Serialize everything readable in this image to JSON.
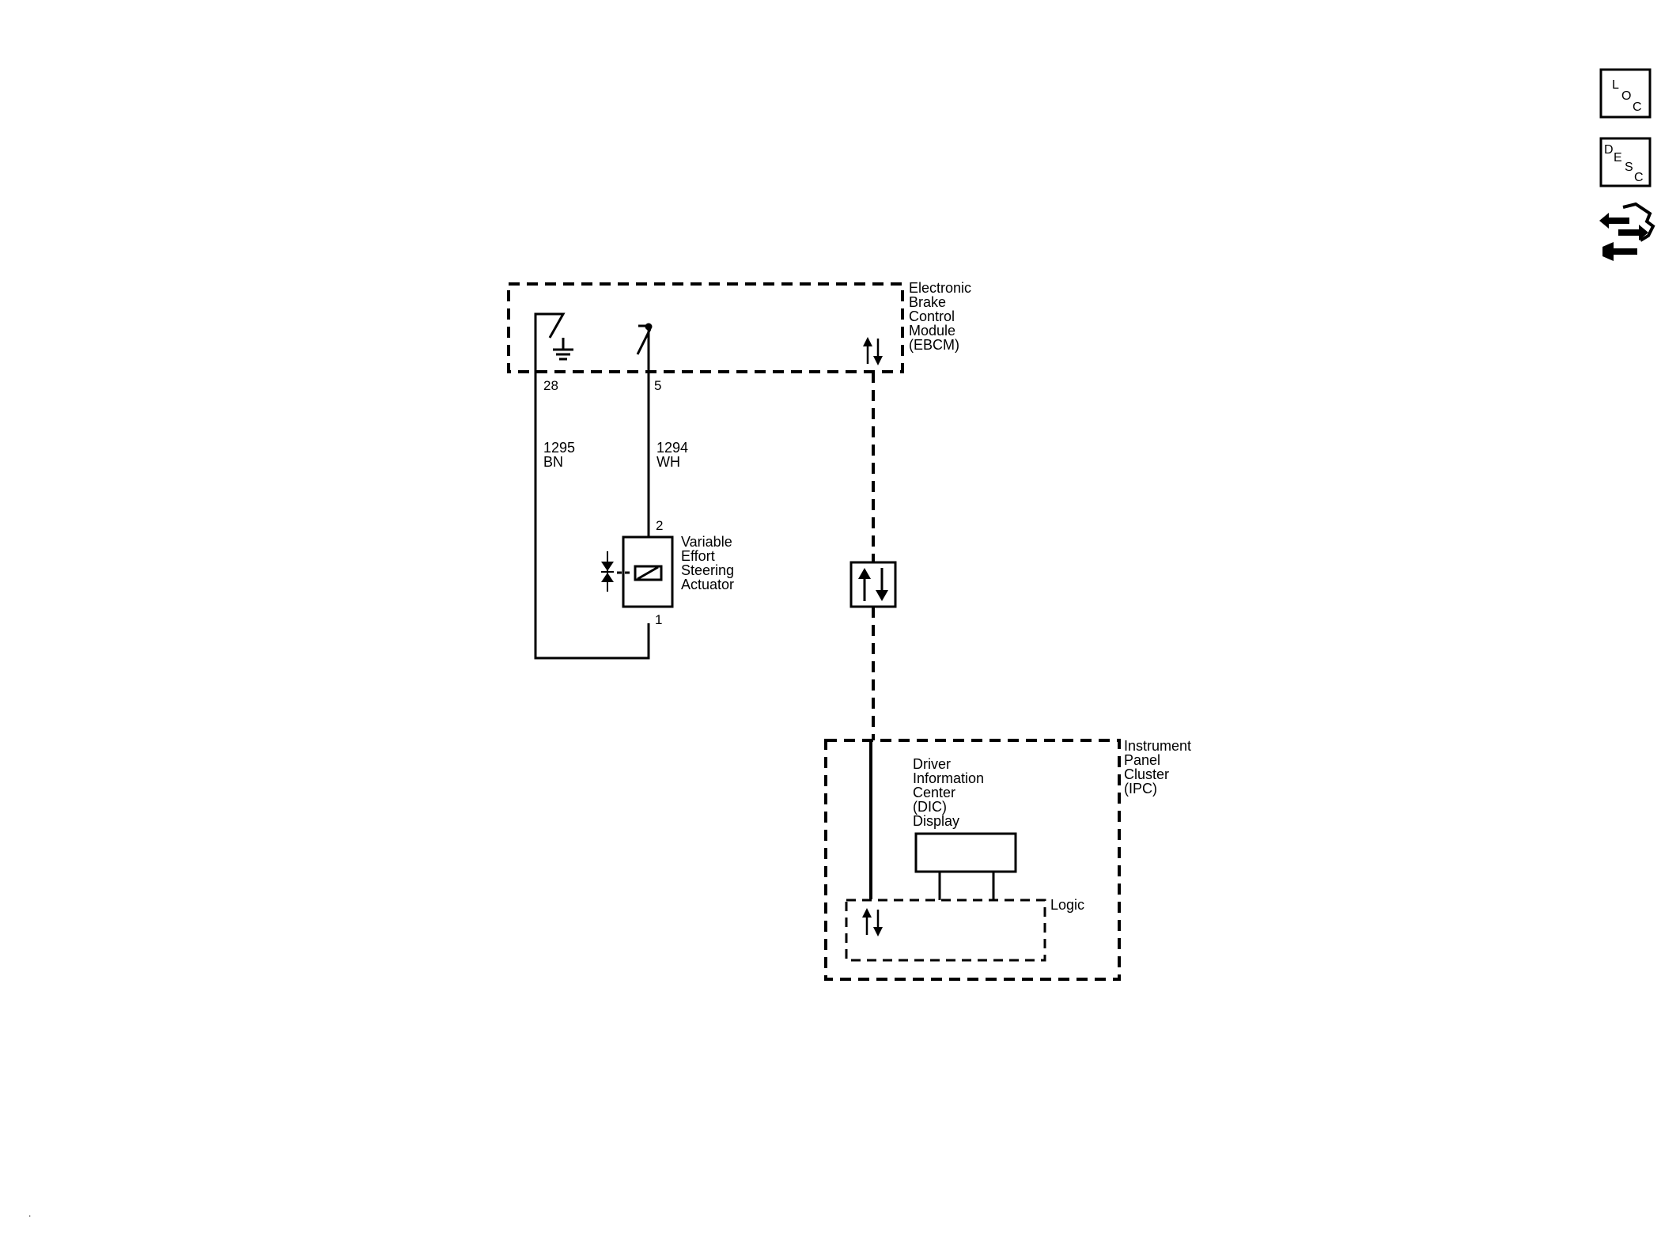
{
  "nav": {
    "loc": [
      "L",
      "O",
      "C"
    ],
    "desc": [
      "D",
      "E",
      "S",
      "C"
    ]
  },
  "ebcm": {
    "label_lines": [
      "Electronic",
      "Brake",
      "Control",
      "Module",
      "(EBCM)"
    ],
    "pin_ground": "28",
    "pin_supply": "5"
  },
  "wires": {
    "ground": {
      "circuit": "1295",
      "color": "BN"
    },
    "supply": {
      "circuit": "1294",
      "color": "WH"
    }
  },
  "actuator": {
    "label_lines": [
      "Variable",
      "Effort",
      "Steering",
      "Actuator"
    ],
    "pin_top": "2",
    "pin_bottom": "1"
  },
  "ipc": {
    "label_lines": [
      "Instrument",
      "Panel",
      "Cluster",
      "(IPC)"
    ],
    "dic_lines": [
      "Driver",
      "Information",
      "Center",
      "(DIC)",
      "Display"
    ],
    "logic_label": "Logic"
  },
  "footer_mark": "."
}
